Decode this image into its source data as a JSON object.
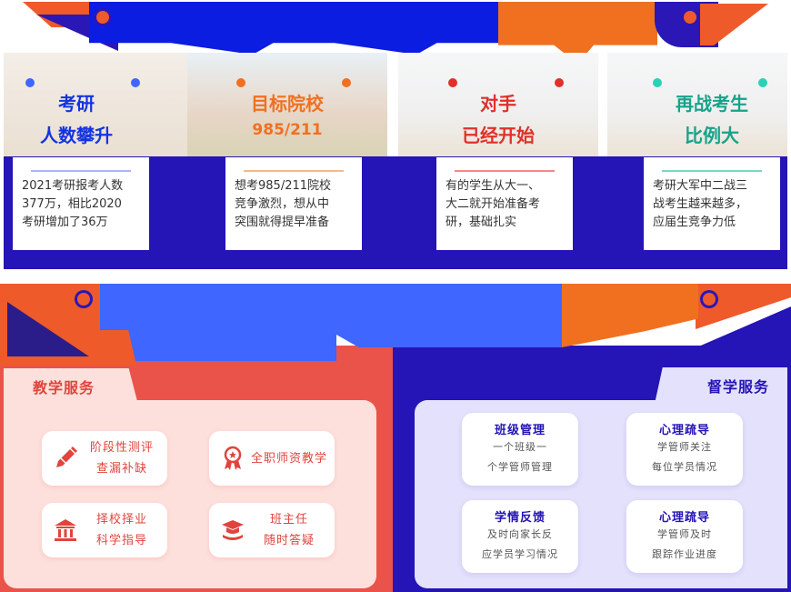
{
  "banner_top": {
    "title_text": "",
    "colors": {
      "primary": "#0b1de0",
      "accent": "#f07020",
      "dark": "#2a17b6",
      "wing": "#ee5a2a"
    }
  },
  "cards": [
    {
      "head1": "考研",
      "head2": "人数攀升",
      "head_color": "#1234e0",
      "pin_color": "#3f66ff",
      "rule_color": "#a9b4ff",
      "desc": [
        "2021考研报考人数",
        "377万，相比2020",
        "考研增加了36万"
      ]
    },
    {
      "head1": "目标院校",
      "head2": "985/211",
      "head_color": "#f07020",
      "pin_color": "#f07020",
      "rule_color": "#f5b98a",
      "desc": [
        "想考985/211院校",
        "竞争激烈，想从中",
        "突围就得提早准备"
      ]
    },
    {
      "head1": "对手",
      "head2": "已经开始",
      "head_color": "#e0302a",
      "pin_color": "#e0302a",
      "rule_color": "#f08a8a",
      "desc": [
        "有的学生从大一、",
        "大二就开始准备考",
        "研，基础扎实"
      ]
    },
    {
      "head1": "再战考生",
      "head2": "比例大",
      "head_color": "#17a38a",
      "pin_color": "#2ad1b5",
      "rule_color": "#7ad6c4",
      "desc": [
        "考研大军中二战三",
        "战考生越来越多，",
        "应届生竞争力低"
      ]
    }
  ],
  "banner_second": {
    "title_text": "",
    "colors": {
      "primary": "#3f66ff",
      "accent": "#f07020"
    }
  },
  "teaching": {
    "label": "教学服务",
    "color": "#e9534a",
    "items": [
      {
        "icon": "pencil-icon",
        "lines": [
          "阶段性测评",
          "查漏补缺"
        ]
      },
      {
        "icon": "award-ribbon-icon",
        "lines": [
          "全职师资教学"
        ]
      },
      {
        "icon": "institution-icon",
        "lines": [
          "择校择业",
          "科学指导"
        ]
      },
      {
        "icon": "graduation-cap-icon",
        "lines": [
          "班主任",
          "随时答疑"
        ]
      }
    ]
  },
  "supervision": {
    "label": "督学服务",
    "color": "#2514b6",
    "items": [
      {
        "title": "班级管理",
        "lines": [
          "一个班级一",
          "个学管师管理"
        ]
      },
      {
        "title": "心理疏导",
        "lines": [
          "学管师关注",
          "每位学员情况"
        ]
      },
      {
        "title": "学情反馈",
        "lines": [
          "及时向家长反",
          "应学员学习情况"
        ]
      },
      {
        "title": "心理疏导",
        "lines": [
          "学管师及时",
          "跟踪作业进度"
        ]
      }
    ]
  }
}
